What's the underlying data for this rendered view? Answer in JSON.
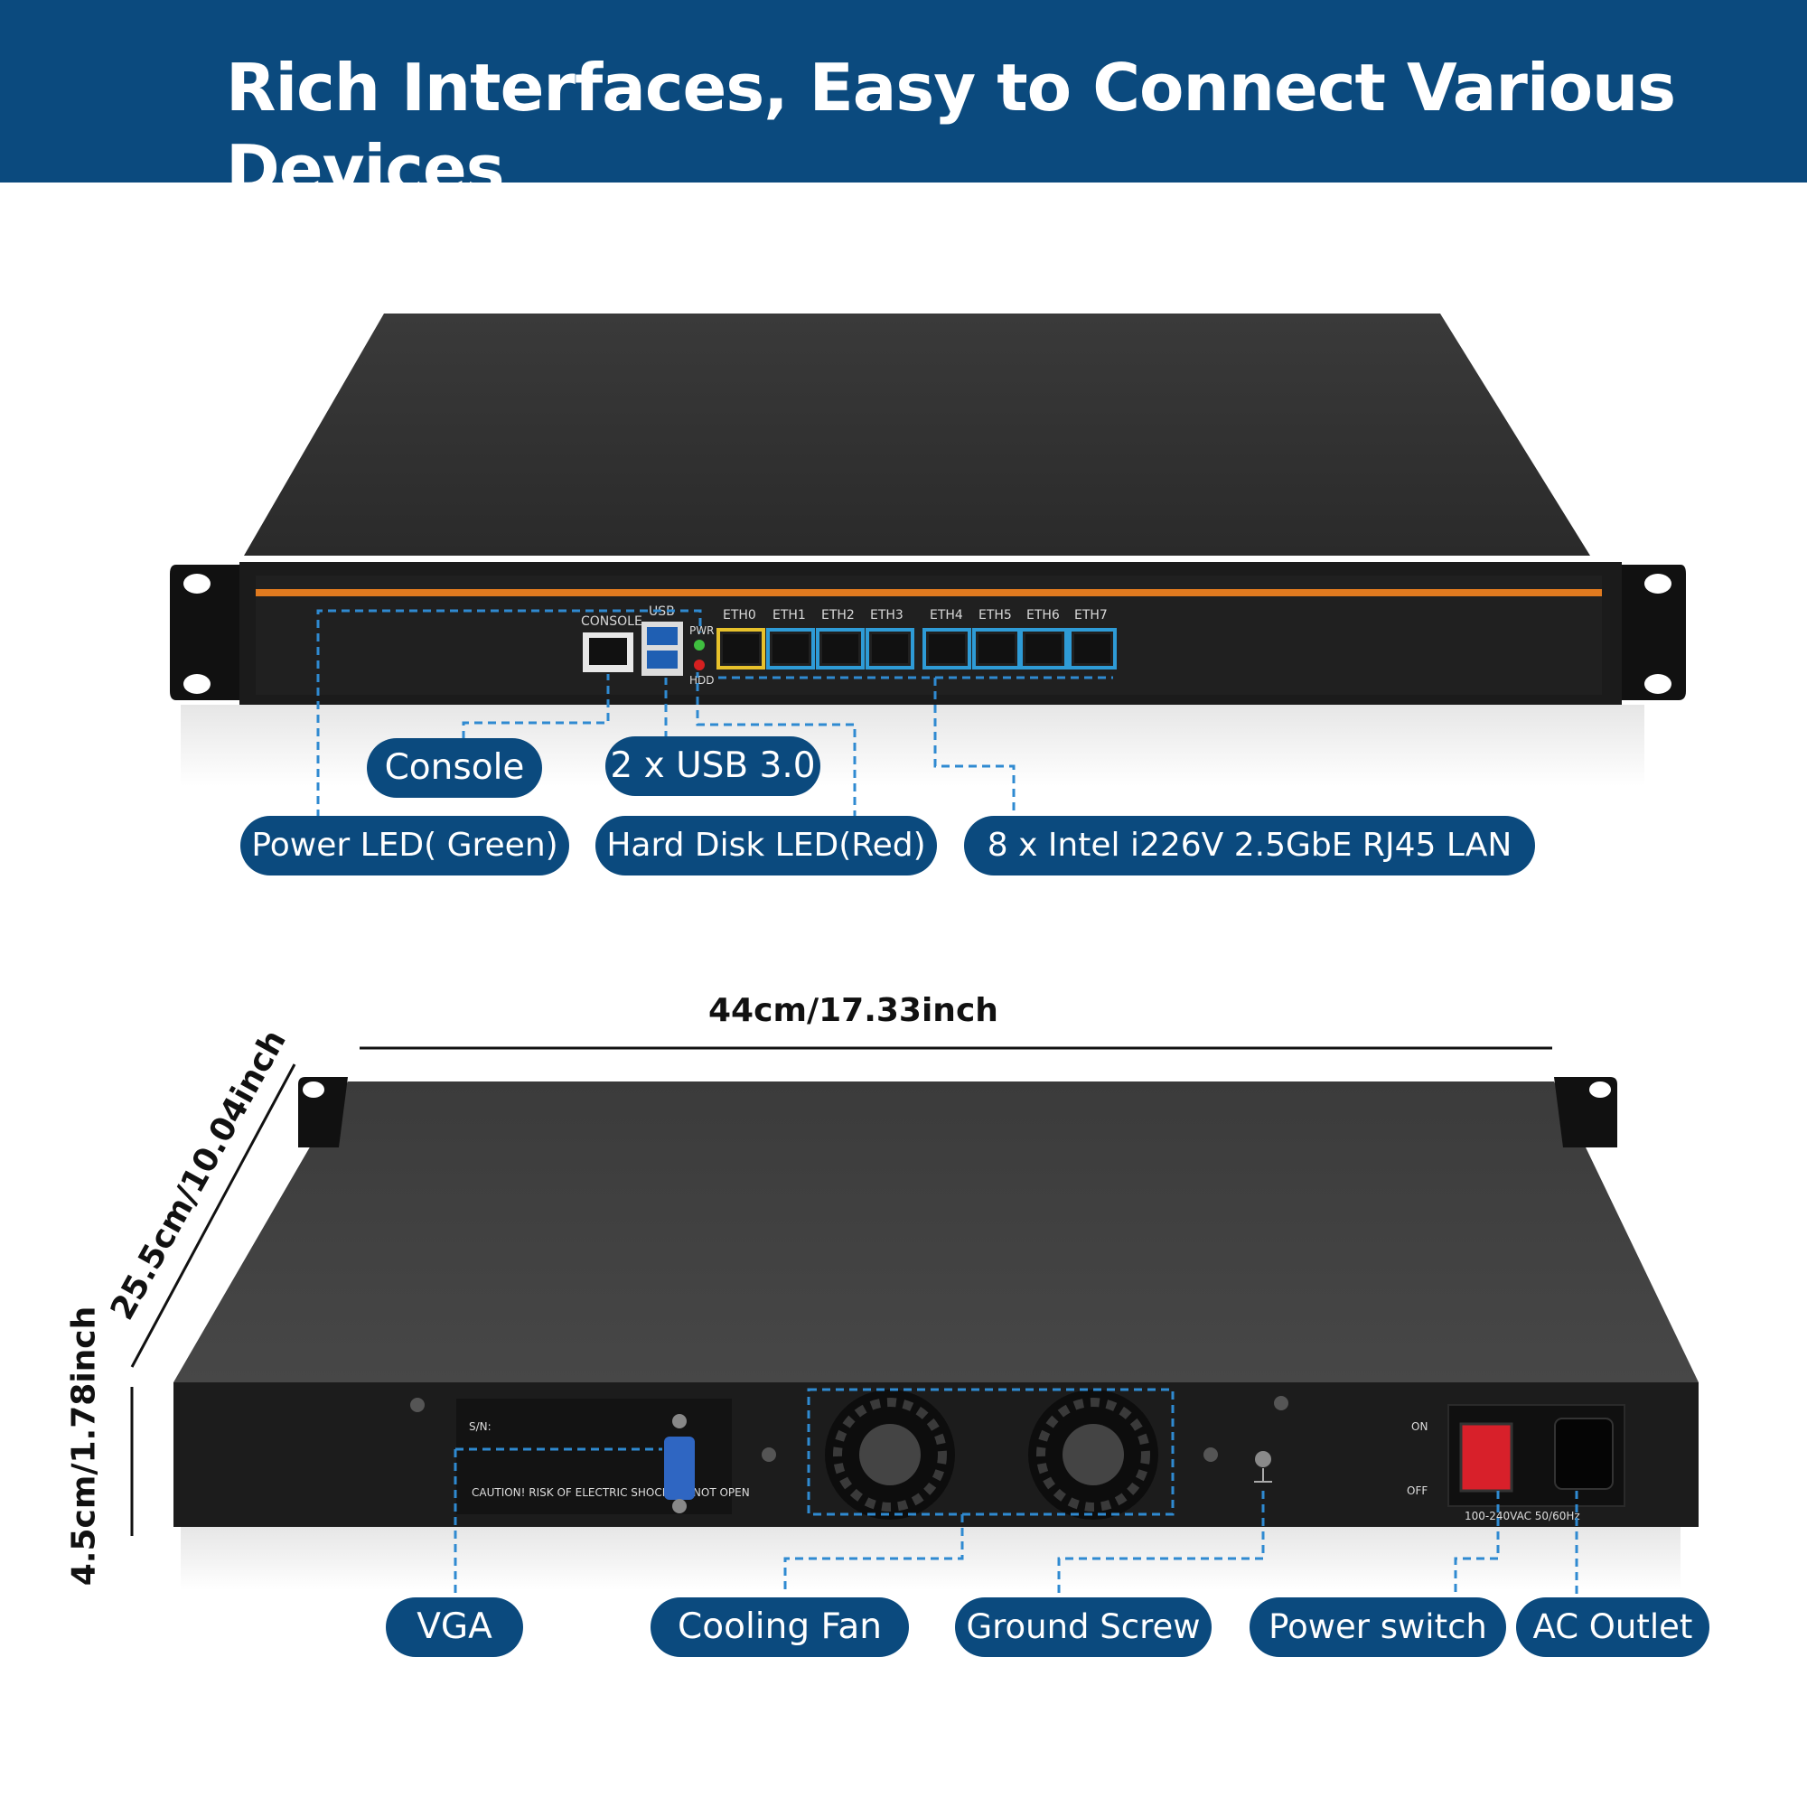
{
  "header": {
    "title": "Rich Interfaces, Easy to Connect Various Devices"
  },
  "front_panel": {
    "console_port": "CONSOLE",
    "usb_port": "USB",
    "pwr_led": "PWR",
    "hdd_led": "HDD",
    "eth_ports": [
      "ETH0",
      "ETH1",
      "ETH2",
      "ETH3",
      "ETH4",
      "ETH5",
      "ETH6",
      "ETH7"
    ]
  },
  "front_callouts": {
    "console": "Console",
    "usb": "2 x USB 3.0",
    "power_led": "Power LED( Green)",
    "hdd_led": "Hard Disk LED(Red)",
    "lan": "8 x Intel i226V 2.5GbE RJ45 LAN"
  },
  "dimensions": {
    "width": "44cm/17.33inch",
    "depth": "25.5cm/10.04inch",
    "height": "4.5cm/1.78inch"
  },
  "rear_panel": {
    "serial_label": "S/N:",
    "caution_text": "CAUTION! RISK OF ELECTRIC SHOCK DO NOT OPEN",
    "switch_on": "ON",
    "switch_off": "OFF",
    "power_rating": "100-240VAC 50/60Hz"
  },
  "rear_callouts": {
    "vga": "VGA",
    "fan": "Cooling Fan",
    "ground": "Ground Screw",
    "power_switch": "Power switch",
    "ac": "AC Outlet"
  },
  "colors": {
    "banner": "#0b4a7e",
    "callout_line": "#2f8ad1",
    "accent_stripe": "#e07a1f",
    "eth0_frame": "#e7c12b",
    "eth_frame": "#2e9bd6",
    "pwr_led": "#3fbf3f",
    "hdd_led": "#d62020",
    "power_switch": "#d8202a"
  }
}
